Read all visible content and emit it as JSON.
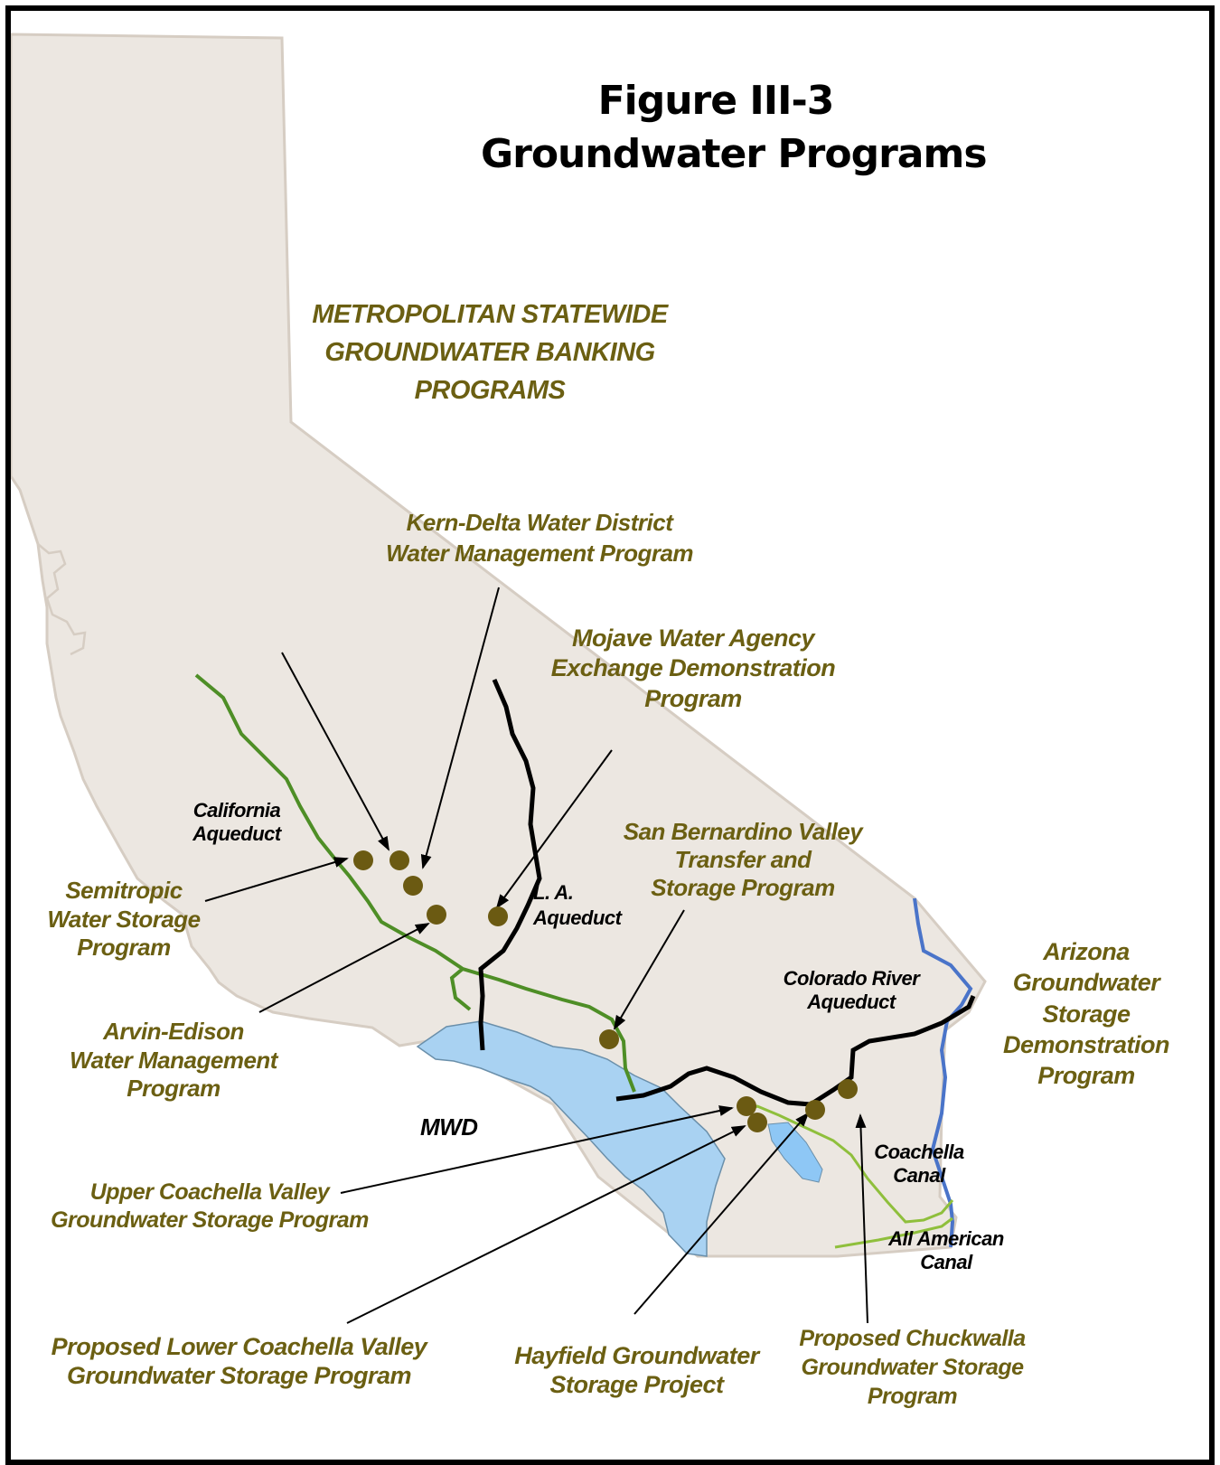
{
  "title": {
    "line1": "Figure III-3",
    "line2": "Groundwater Programs"
  },
  "colors": {
    "state_fill": "#ece7e1",
    "state_border": "#d6cdc3",
    "mwd_fill": "#a9d2f2",
    "program_dot": "#6b5a12",
    "label_olive": "#6b5f12",
    "california_aqueduct": "#4e8e26",
    "la_aqueduct": "#000000",
    "colorado_river_aqueduct": "#000000",
    "coachella_canal": "#8fbf3c",
    "colorado_river": "#4a74c9"
  },
  "labels": {
    "statewide": [
      "METROPOLITAN STATEWIDE",
      "GROUNDWATER BANKING",
      "PROGRAMS"
    ],
    "kern_delta": [
      "Kern-Delta Water District",
      "Water Management Program"
    ],
    "mojave": [
      "Mojave Water Agency",
      "Exchange Demonstration",
      "Program"
    ],
    "california_aqueduct": [
      "California",
      "Aqueduct"
    ],
    "san_bernardino": [
      "San Bernardino Valley",
      "Transfer and",
      "Storage Program"
    ],
    "semitropic": [
      "Semitropic",
      "Water Storage",
      "Program"
    ],
    "la_aqueduct": [
      "L. A.",
      "Aqueduct"
    ],
    "arizona": [
      "Arizona",
      "Groundwater",
      "Storage",
      "Demonstration",
      "Program"
    ],
    "colorado_river_aqueduct": [
      "Colorado River",
      "Aqueduct"
    ],
    "arvin_edison": [
      "Arvin-Edison",
      "Water Management",
      "Program"
    ],
    "mwd": "MWD",
    "coachella_canal": [
      "Coachella",
      "Canal"
    ],
    "upper_coachella": [
      "Upper Coachella Valley",
      "Groundwater Storage Program"
    ],
    "all_american_canal": [
      "All American",
      "Canal"
    ],
    "lower_coachella": [
      "Proposed  Lower Coachella Valley",
      "Groundwater Storage Program"
    ],
    "hayfield": [
      "Hayfield Groundwater",
      "Storage Project"
    ],
    "chuckwalla": [
      "Proposed Chuckwalla",
      "Groundwater Storage",
      "Program"
    ]
  }
}
